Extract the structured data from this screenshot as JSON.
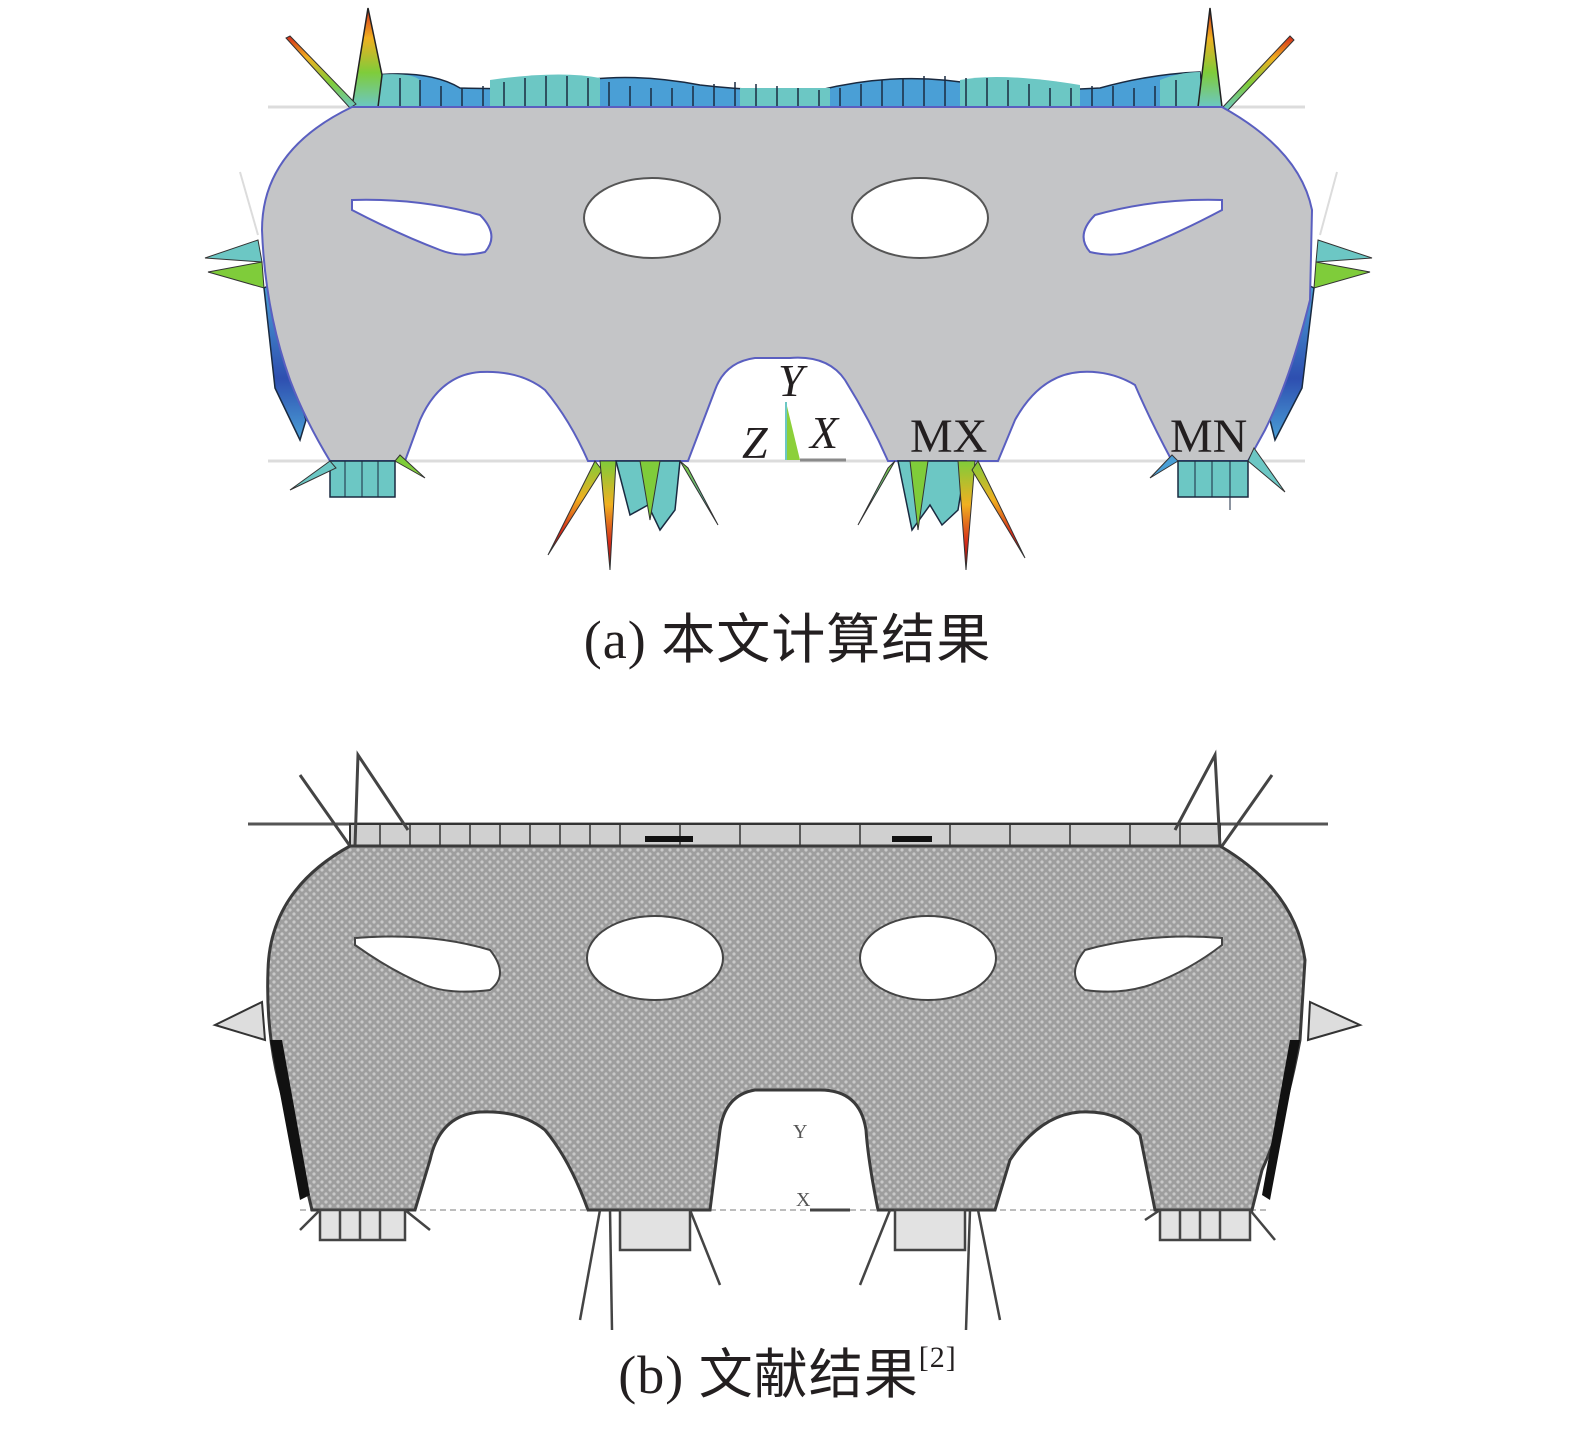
{
  "figure": {
    "panels": [
      {
        "id": "a",
        "caption_prefix": "(a)",
        "caption_text": "本文计算结果",
        "style": "color FEM contour plot",
        "annotations": {
          "axis_y": "Y",
          "axis_x": "X",
          "axis_z": "Z",
          "max_marker": "MX",
          "min_marker": "MN"
        },
        "colors": {
          "body": "#c4c5c7",
          "outline": "#5a5fc0",
          "low": "#2e4fb0",
          "mid_low": "#4a9fd6",
          "mid": "#6cc7c4",
          "mid_high": "#7fcc3a",
          "high": "#f0b020",
          "max": "#d42a1a"
        }
      },
      {
        "id": "b",
        "caption_prefix": "(b)",
        "caption_text": "文献结果",
        "caption_ref": "[2]",
        "style": "grayscale scanned reference plot",
        "annotations": {
          "axis_y": "Y",
          "axis_x": "X"
        },
        "colors": {
          "body": "#a9a9a9",
          "outline": "#3a3a3a"
        }
      }
    ]
  }
}
